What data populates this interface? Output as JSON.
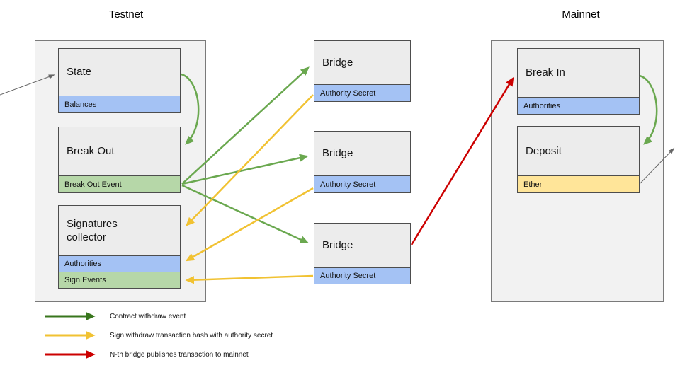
{
  "titles": {
    "testnet": "Testnet",
    "mainnet": "Mainnet"
  },
  "testnet": {
    "boxes": [
      {
        "title": "State",
        "subs": [
          {
            "label": "Balances",
            "color": "blue"
          }
        ]
      },
      {
        "title": "Break Out",
        "subs": [
          {
            "label": "Break Out Event",
            "color": "green"
          }
        ]
      },
      {
        "title": "Signatures collector",
        "subs": [
          {
            "label": "Authorities",
            "color": "blue"
          },
          {
            "label": "Sign Events",
            "color": "green"
          }
        ]
      }
    ]
  },
  "bridges": [
    {
      "title": "Bridge",
      "subs": [
        {
          "label": "Authority Secret",
          "color": "blue"
        }
      ]
    },
    {
      "title": "Bridge",
      "subs": [
        {
          "label": "Authority Secret",
          "color": "blue"
        }
      ]
    },
    {
      "title": "Bridge",
      "subs": [
        {
          "label": "Authority Secret",
          "color": "blue"
        }
      ]
    }
  ],
  "mainnet": {
    "boxes": [
      {
        "title": "Break In",
        "subs": [
          {
            "label": "Authorities",
            "color": "blue"
          }
        ]
      },
      {
        "title": "Deposit",
        "subs": [
          {
            "label": "Ether",
            "color": "yellow"
          }
        ]
      }
    ]
  },
  "legend": {
    "items": [
      {
        "color": "legend_green",
        "label": "Contract withdraw event"
      },
      {
        "color": "arrow_yellow",
        "label": "Sign withdraw transaction hash with authority secret"
      },
      {
        "color": "arrow_red",
        "label": "N-th bridge publishes transaction to mainnet"
      }
    ]
  },
  "colors": {
    "container_fill": "#f2f2f2",
    "container_border": "#7a7a7a",
    "node_fill": "#ececec",
    "node_border": "#4d4d4d",
    "sub_blue": "#a4c2f4",
    "sub_green": "#b6d7a8",
    "sub_yellow": "#ffe599",
    "arrow_green": "#6aa84f",
    "arrow_yellow": "#f1c232",
    "arrow_red": "#cc0000",
    "arrow_gray": "#666666",
    "legend_green": "#38761d"
  }
}
